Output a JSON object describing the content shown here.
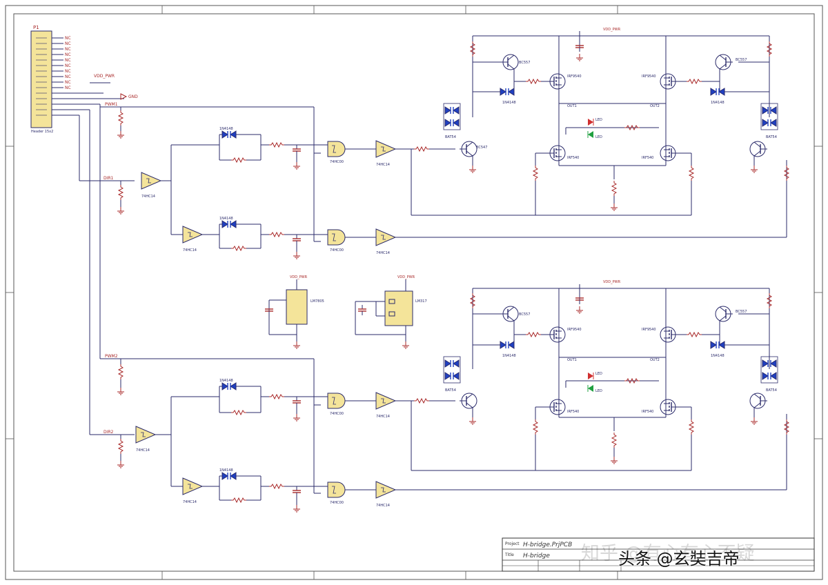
{
  "title_block": {
    "project_label": "Project",
    "project_name": "H-bridge.PrjPCB",
    "title_label": "Title",
    "title_name": "H-bridge"
  },
  "connector": {
    "name": "P1",
    "part": "Header 15x2"
  },
  "nets": {
    "vdd": "VDD_PWR",
    "gnd": "GND",
    "pwm1": "PWM1",
    "dir1": "DIR1",
    "pwm2": "PWM2",
    "dir2": "DIR2",
    "out1": "OUT1",
    "out2": "OUT2"
  },
  "parts": {
    "diode": "1N4148",
    "led": "LED",
    "schmitt": "74HC14",
    "nand": "74HC00",
    "ic1": "LM7805",
    "ic2": "LM317",
    "nmos": "IRF540",
    "pmos": "IRF9540",
    "npn": "BC547",
    "pnp": "BC557",
    "tvs": "BAT54",
    "r": "R",
    "c": "C"
  },
  "watermark": {
    "text1": "知乎 @有心有心不疑",
    "text2": "头条 @玄奘吉帝"
  },
  "colors": {
    "wire": "#2a2a6a",
    "part": "#a82828",
    "gate_fill": "#f4e49a",
    "ic_fill": "#f4e49a",
    "diode": "#2040c0",
    "led_red": "#d03030",
    "led_green": "#20a040"
  }
}
